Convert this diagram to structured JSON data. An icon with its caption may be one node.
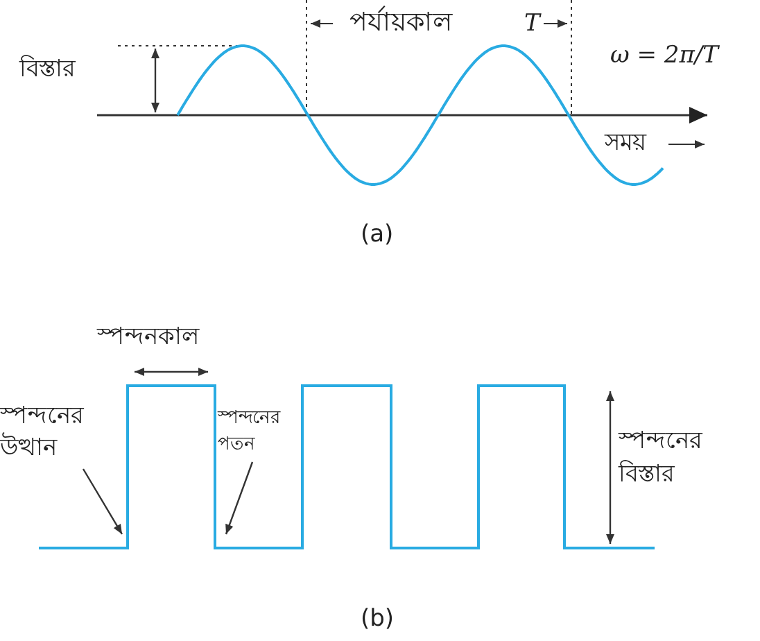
{
  "diagram": {
    "nodes": [
      {
        "text": [
          "স্পন্দনের উত্থান"
        ]
      },
      {
        "text": [
          "স্পন্দনের পতন"
        ]
      }
    ],
    "edges": [
      {
        "from": 0,
        "to": null,
        "arrow": "to"
      },
      {
        "from": 1,
        "to": null,
        "arrow": "to"
      }
    ],
    "labels": [
      "বিস্তার",
      "পর্যায়কাল",
      "T",
      "ω = 2π/T",
      "সময়",
      "(a)",
      "স্পন্দনকাল",
      "স্পন্দনের বিস্তার",
      "(b)"
    ]
  }
}
